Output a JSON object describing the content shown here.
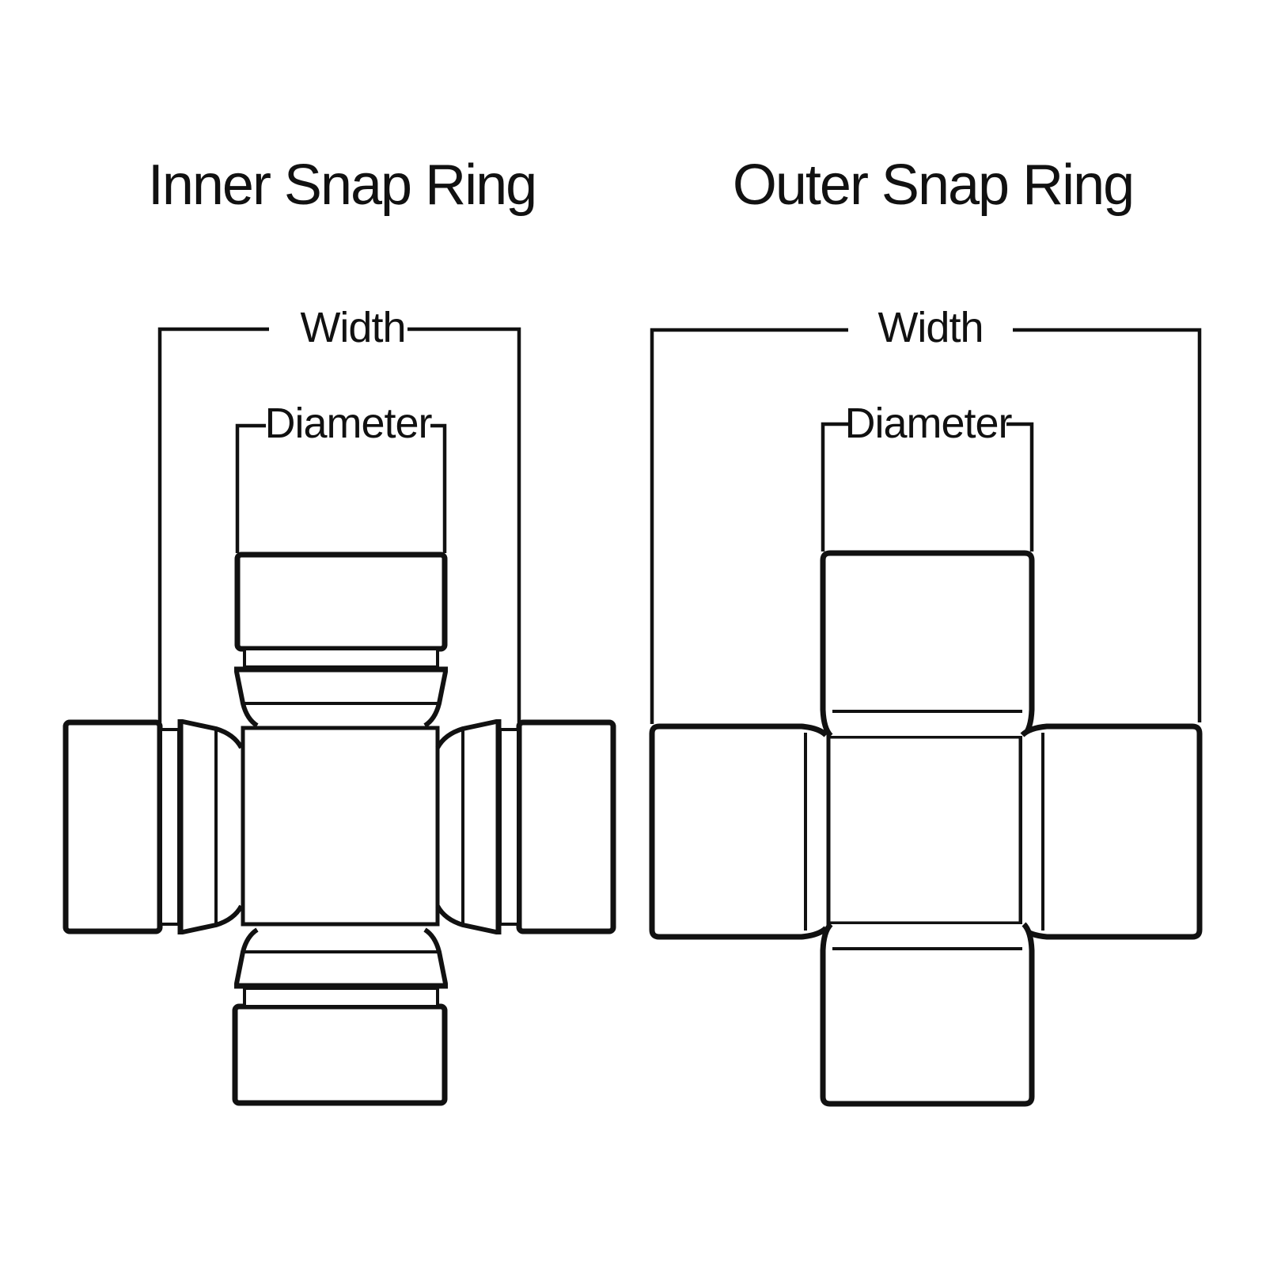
{
  "page": {
    "background_color": "#ffffff",
    "line_color": "#111111",
    "description": "Comparison line drawing of universal joint cross styles"
  },
  "diagrams": [
    {
      "id": "inner",
      "title": "Inner Snap Ring",
      "width_label": "Width",
      "diameter_label": "Diameter"
    },
    {
      "id": "outer",
      "title": "Outer Snap Ring",
      "width_label": "Width",
      "diameter_label": "Diameter"
    }
  ]
}
